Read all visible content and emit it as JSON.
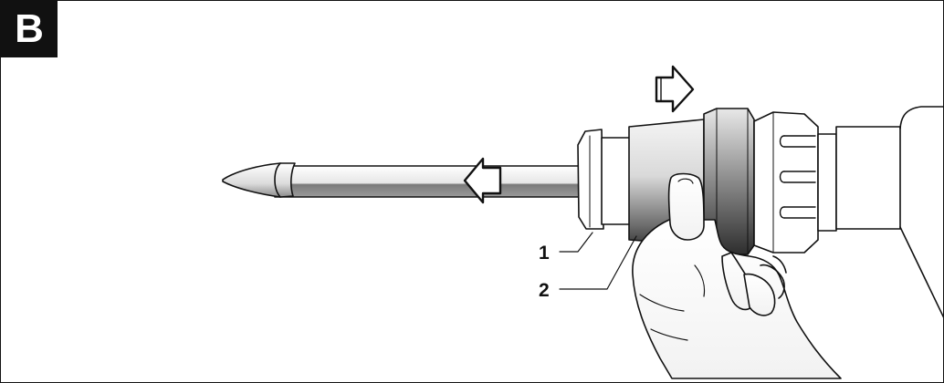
{
  "figure": {
    "label": "B"
  },
  "callouts": {
    "part_1": "1",
    "part_2": "2"
  },
  "icons": [
    "arrow-right-icon",
    "arrow-left-icon"
  ],
  "colors": {
    "line": "#111111",
    "badge_bg": "#111111",
    "badge_text": "#ffffff",
    "shade_dark": "#4a4a4a",
    "shade_light": "#eeeeee"
  }
}
